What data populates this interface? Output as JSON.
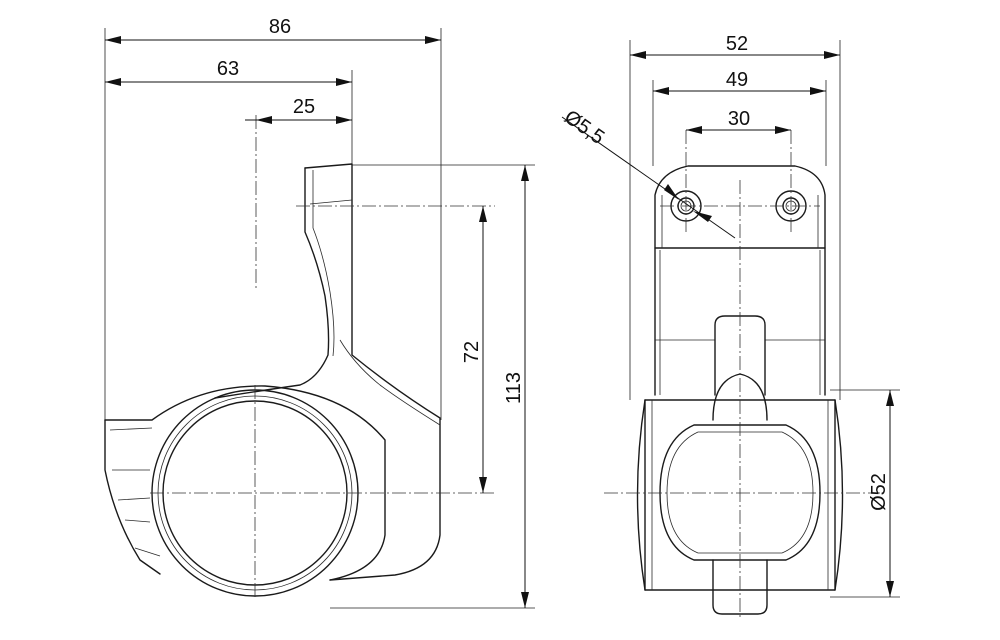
{
  "dimensions": {
    "side_width_total": "86",
    "side_width_mid": "63",
    "side_width_small": "25",
    "side_height_center": "72",
    "side_height_total": "113",
    "front_width_outer": "52",
    "front_width_inner": "49",
    "front_hole_spacing": "30",
    "front_hole_diameter": "Ø5,5",
    "front_tube_diameter": "Ø52"
  }
}
